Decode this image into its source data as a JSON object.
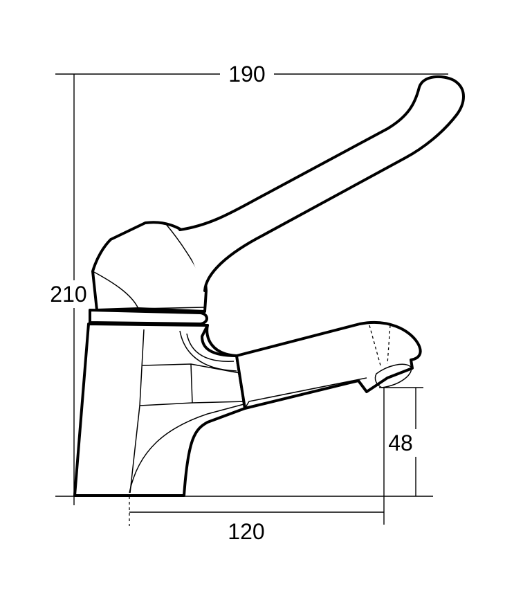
{
  "dimensions": {
    "width_label": "190",
    "height_label": "210",
    "spout_height_label": "48",
    "spout_reach_label": "120"
  },
  "colors": {
    "line": "#000000",
    "background": "#ffffff"
  }
}
